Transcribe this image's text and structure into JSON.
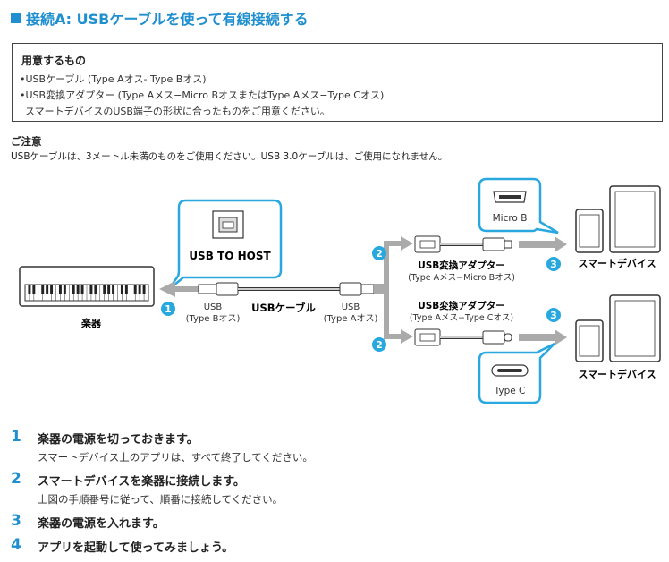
{
  "title": "接続A: USBケーブルを使って有線接続する",
  "prep": {
    "heading": "用意するもの",
    "line1": "•USBケーブル (Type Aオス- Type Bオス)",
    "line2": "•USB変換アダプター (Type Aメス−Micro BオスまたはType Aメス−Type Cオス)",
    "line3": "  スマートデバイスのUSB端子の形状に合ったものをご用意ください。"
  },
  "caution": {
    "heading": "ご注意",
    "text": "USBケーブルは、3メートル未満のものをご使用ください。USB 3.0ケーブルは、ご使用になれません。"
  },
  "diagram": {
    "usb_to_host": "USB TO HOST",
    "instrument": "楽器",
    "usb_left": "USB",
    "usb_left_type": "(Type Bオス)",
    "cable": "USBケーブル",
    "usb_right": "USB",
    "usb_right_type": "(Type Aオス)",
    "adapter_top": "USB変換アダプター",
    "adapter_top_type": "(Type Aメス−Micro Bオス)",
    "adapter_bottom": "USB変換アダプター",
    "adapter_bottom_type": "(Type Aメス−Type Cオス)",
    "micro_b": "Micro B",
    "type_c": "Type C",
    "smart_device_top": "スマートデバイス",
    "smart_device_bottom": "スマートデバイス",
    "n1": "1",
    "n2a": "2",
    "n2b": "2",
    "n3a": "3",
    "n3b": "3"
  },
  "steps": [
    {
      "num": "1",
      "title": "楽器の電源を切っておきます。",
      "sub": "スマートデバイス上のアプリは、すべて終了してください。"
    },
    {
      "num": "2",
      "title": "スマートデバイスを楽器に接続します。",
      "sub": "上図の手順番号に従って、順番に接続してください。"
    },
    {
      "num": "3",
      "title": "楽器の電源を入れます。",
      "sub": ""
    },
    {
      "num": "4",
      "title": "アプリを起動して使ってみましょう。",
      "sub": ""
    }
  ],
  "colors": {
    "accent": "#1f8fcf",
    "callout": "#29a8e0",
    "arrow": "#aaaaaa"
  }
}
